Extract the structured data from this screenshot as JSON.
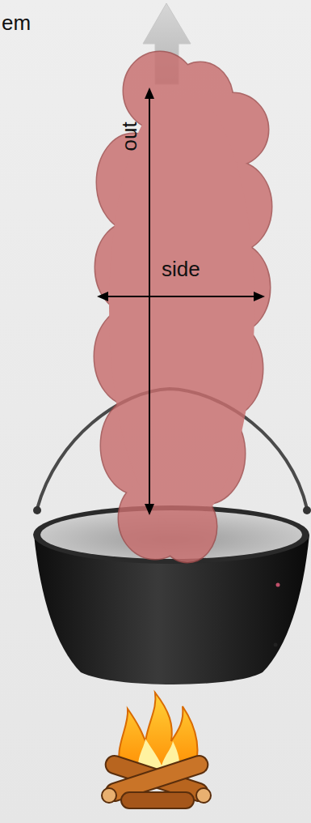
{
  "diagram": {
    "labels": [
      "em",
      "out",
      "side"
    ]
  }
}
